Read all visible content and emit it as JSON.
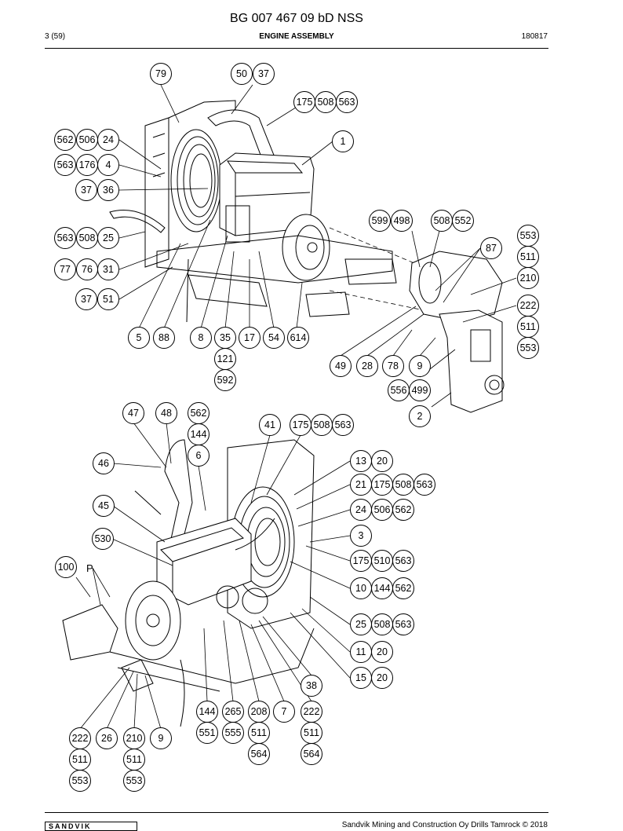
{
  "header": {
    "title": "BG 007 467 09 bD NSS",
    "page": "3 (59)",
    "section": "ENGINE ASSEMBLY",
    "date": "180817"
  },
  "footer": {
    "copyright": "Sandvik Mining and Construction Oy Drills Tamrock © 2018",
    "logo": "SANDVIK"
  },
  "figures": {
    "top": {
      "callouts": [
        "79",
        "50",
        "37",
        "175",
        "508",
        "563",
        "1",
        "562",
        "506",
        "24",
        "563",
        "176",
        "4",
        "37",
        "36",
        "563",
        "508",
        "25",
        "77",
        "76",
        "31",
        "37",
        "51",
        "5",
        "88",
        "8",
        "35",
        "17",
        "54",
        "614",
        "121",
        "592",
        "599",
        "498",
        "508",
        "552",
        "553",
        "87",
        "511",
        "210",
        "222",
        "511",
        "553",
        "49",
        "28",
        "78",
        "9",
        "556",
        "499",
        "2"
      ]
    },
    "bottom": {
      "callouts": [
        "47",
        "48",
        "562",
        "144",
        "6",
        "41",
        "175",
        "508",
        "563",
        "46",
        "13",
        "20",
        "21",
        "175",
        "508",
        "563",
        "45",
        "24",
        "506",
        "562",
        "530",
        "3",
        "175",
        "510",
        "563",
        "100",
        "10",
        "144",
        "562",
        "25",
        "508",
        "563",
        "11",
        "20",
        "15",
        "20",
        "38",
        "144",
        "265",
        "208",
        "7",
        "222",
        "551",
        "555",
        "511",
        "511",
        "564",
        "564",
        "222",
        "26",
        "210",
        "9",
        "511",
        "511",
        "553",
        "553"
      ],
      "text_label": "P"
    }
  }
}
